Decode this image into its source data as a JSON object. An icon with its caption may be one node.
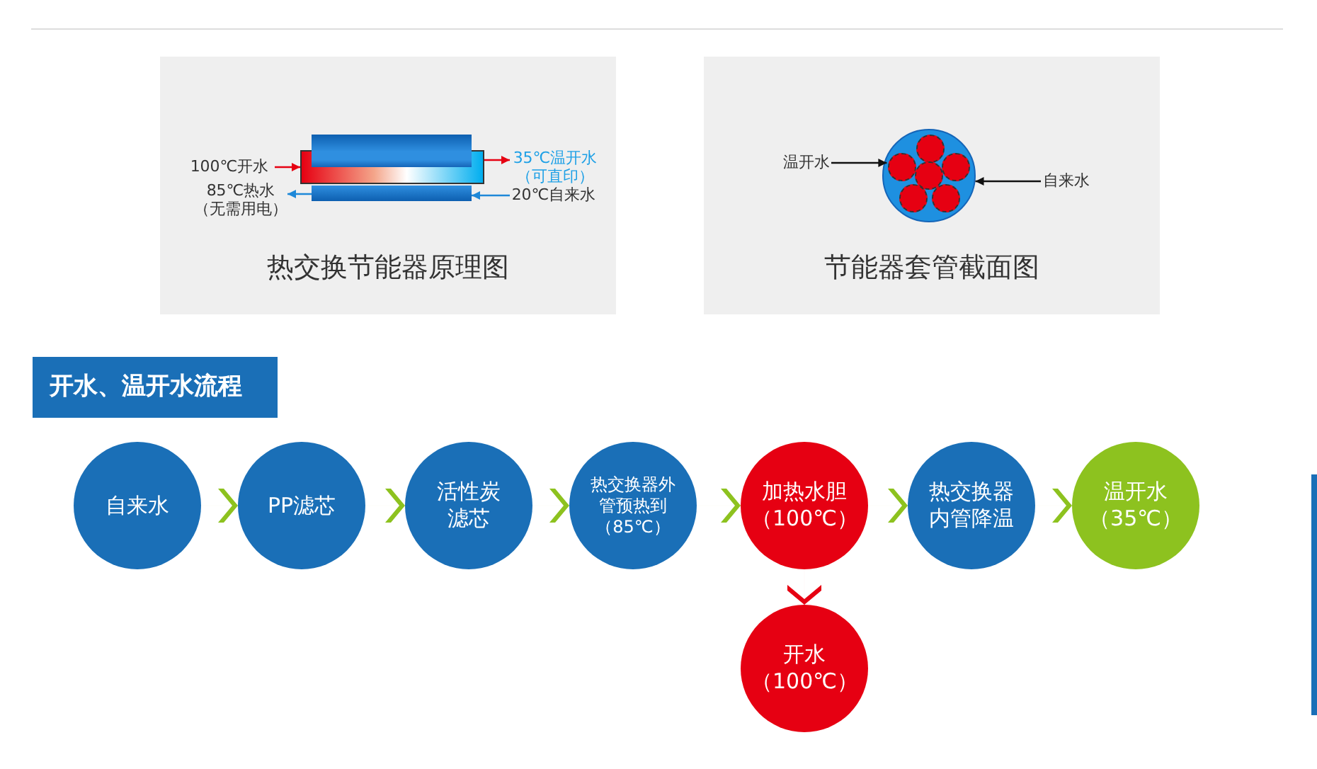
{
  "diagram": {
    "nodes": [
      {
        "text": [
          "热交换节能器原理图"
        ]
      },
      {
        "text": [
          "100℃开水"
        ],
        "in": 0
      },
      {
        "text": [
          "85℃热水（无需用电）"
        ],
        "in": 0
      },
      {
        "text": [],
        "shape": "box",
        "in": 0
      },
      {
        "text": [],
        "shape": "bar",
        "in": 0
      },
      {
        "text": [
          "35℃温开水（可直印）"
        ],
        "in": 0
      },
      {
        "text": [
          "20℃自来水"
        ],
        "in": 0
      },
      {
        "text": [
          "节能器套管截面图"
        ]
      },
      {
        "text": [
          "温开水"
        ],
        "in": 7
      },
      {
        "text": [],
        "shape": "circle",
        "in": 7
      },
      {
        "text": [],
        "shape": "circle",
        "in": 9
      },
      {
        "text": [],
        "shape": "circle",
        "in": 9
      },
      {
        "text": [],
        "shape": "circle",
        "in": 9
      },
      {
        "text": [],
        "shape": "circle",
        "in": 9
      },
      {
        "text": [],
        "shape": "circle",
        "in": 9
      },
      {
        "text": [],
        "shape": "circle",
        "in": 9
      },
      {
        "text": [
          "自来水"
        ],
        "in": 7
      },
      {
        "text": [
          "开水、温开水流程"
        ]
      },
      {
        "text": [
          "自来水"
        ]
      },
      {
        "text": [
          "PP滤芯"
        ]
      },
      {
        "text": [
          "活性炭滤芯"
        ]
      },
      {
        "text": [
          "热交换器外管预热到（85℃）"
        ]
      },
      {
        "text": [
          "加热水胆（100℃）"
        ]
      },
      {
        "text": [
          "热交换器内管降温"
        ]
      },
      {
        "text": [
          "温开水（35℃）"
        ]
      },
      {
        "text": [
          "开水（100℃）"
        ]
      }
    ],
    "edges": [
      {
        "from": 1,
        "to": 4,
        "arrow": "to",
        "color": "#e60012"
      },
      {
        "from": 3,
        "to": 2,
        "arrow": "to",
        "color": "#1e88d8"
      },
      {
        "from": 4,
        "to": 5,
        "arrow": "to",
        "color": "#e60012"
      },
      {
        "from": 6,
        "to": 3,
        "arrow": "to",
        "color": "#1e88d8"
      },
      {
        "from": 8,
        "to": 11,
        "arrow": "to",
        "color": "#111111"
      },
      {
        "from": 16,
        "to": 9,
        "arrow": "to",
        "color": "#111111"
      },
      {
        "from": 18,
        "to": 19,
        "arrow": "to"
      },
      {
        "from": 19,
        "to": 20,
        "arrow": "to"
      },
      {
        "from": 20,
        "to": 21,
        "arrow": "to"
      },
      {
        "from": 21,
        "to": 22,
        "arrow": "to"
      },
      {
        "from": 22,
        "to": 23,
        "arrow": "to"
      },
      {
        "from": 23,
        "to": 24,
        "arrow": "to"
      },
      {
        "from": 22,
        "to": 25,
        "arrow": "to",
        "color": "#e60012"
      }
    ]
  }
}
